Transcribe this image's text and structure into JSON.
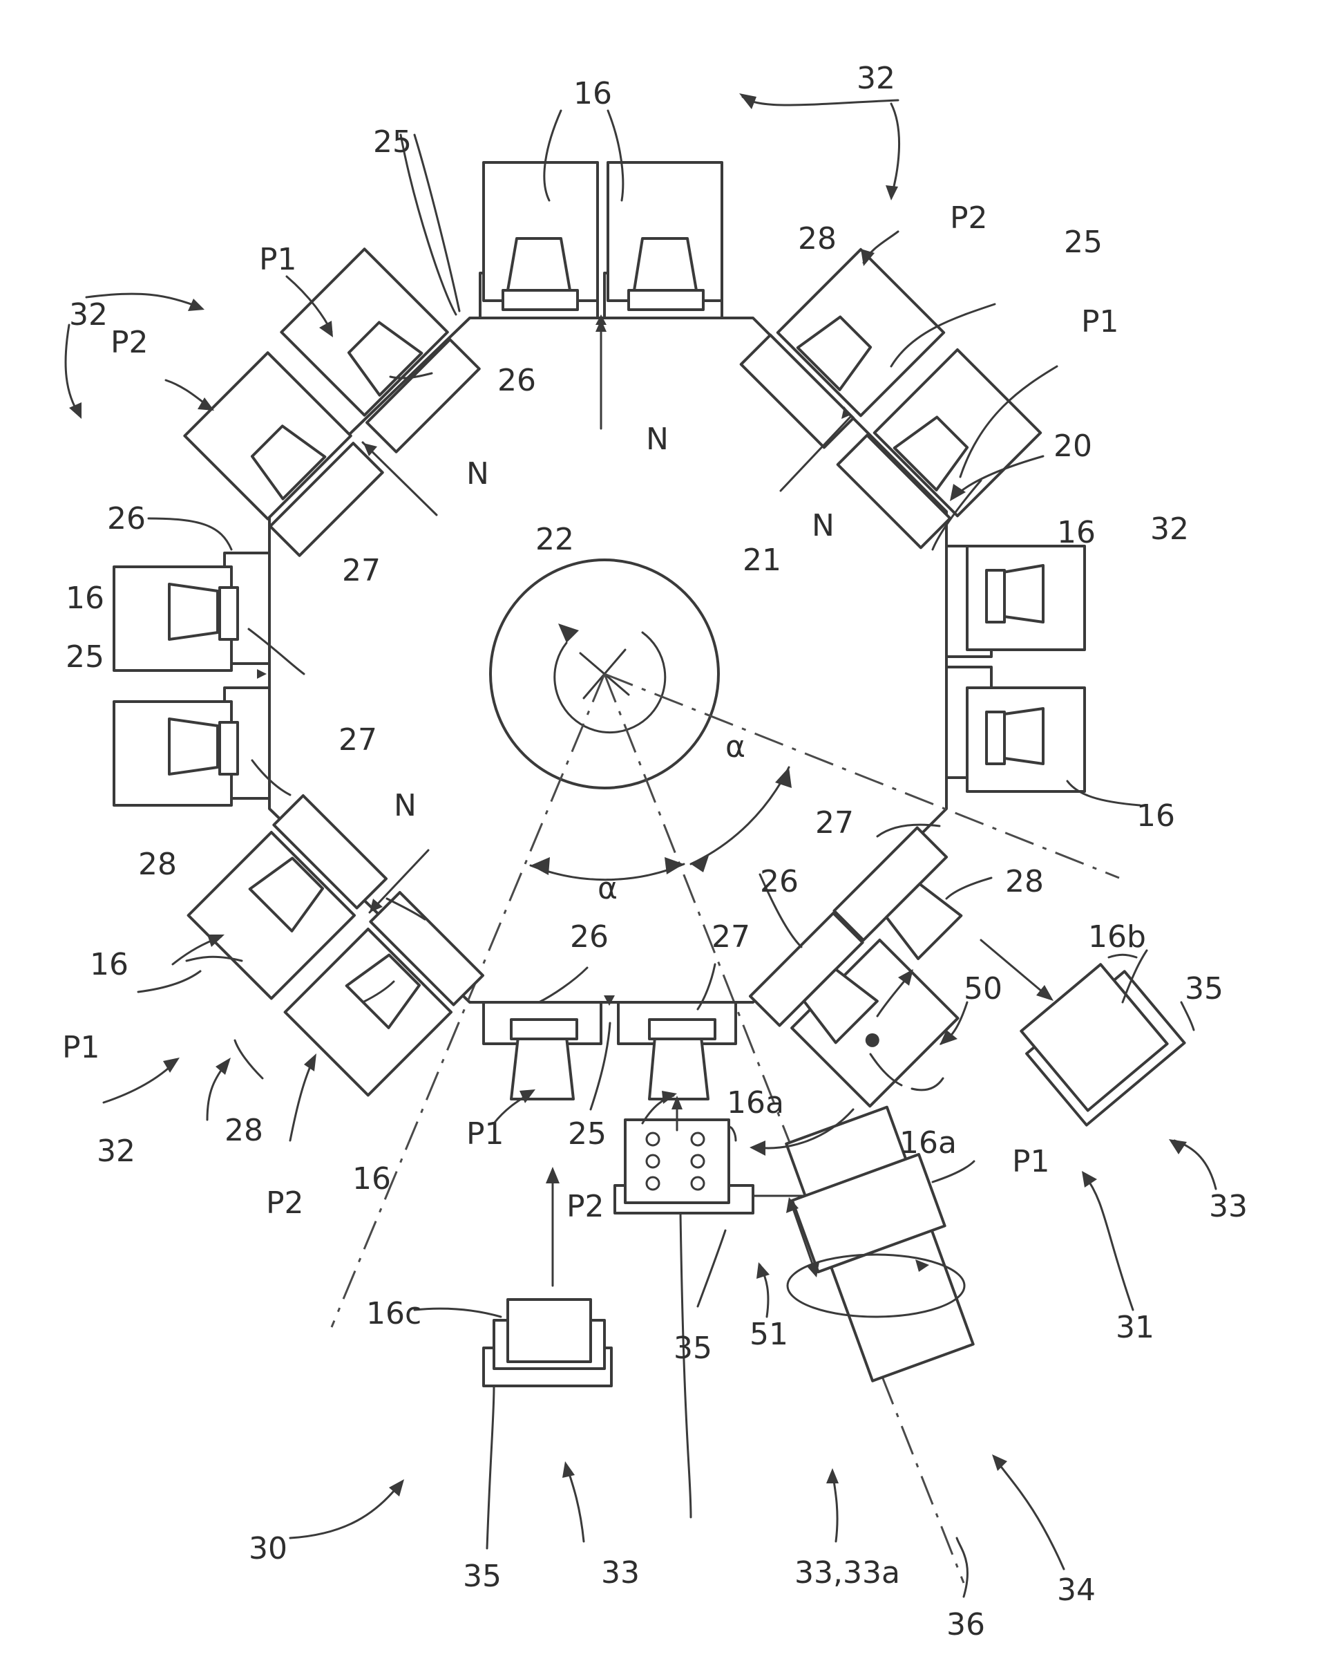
{
  "figure": {
    "labels": {
      "l16": "16",
      "l16a": "16a",
      "l16b": "16b",
      "l16c": "16c",
      "l20": "20",
      "l21": "21",
      "l22": "22",
      "l25": "25",
      "l26": "26",
      "l27": "27",
      "l28": "28",
      "l30": "30",
      "l31": "31",
      "l32": "32",
      "l33": "33",
      "l33a": "33,33a",
      "l34": "34",
      "l35": "35",
      "l36": "36",
      "l50": "50",
      "l51": "51",
      "lP1": "P1",
      "lP2": "P2",
      "lN": "N",
      "lalpha": "α"
    }
  }
}
